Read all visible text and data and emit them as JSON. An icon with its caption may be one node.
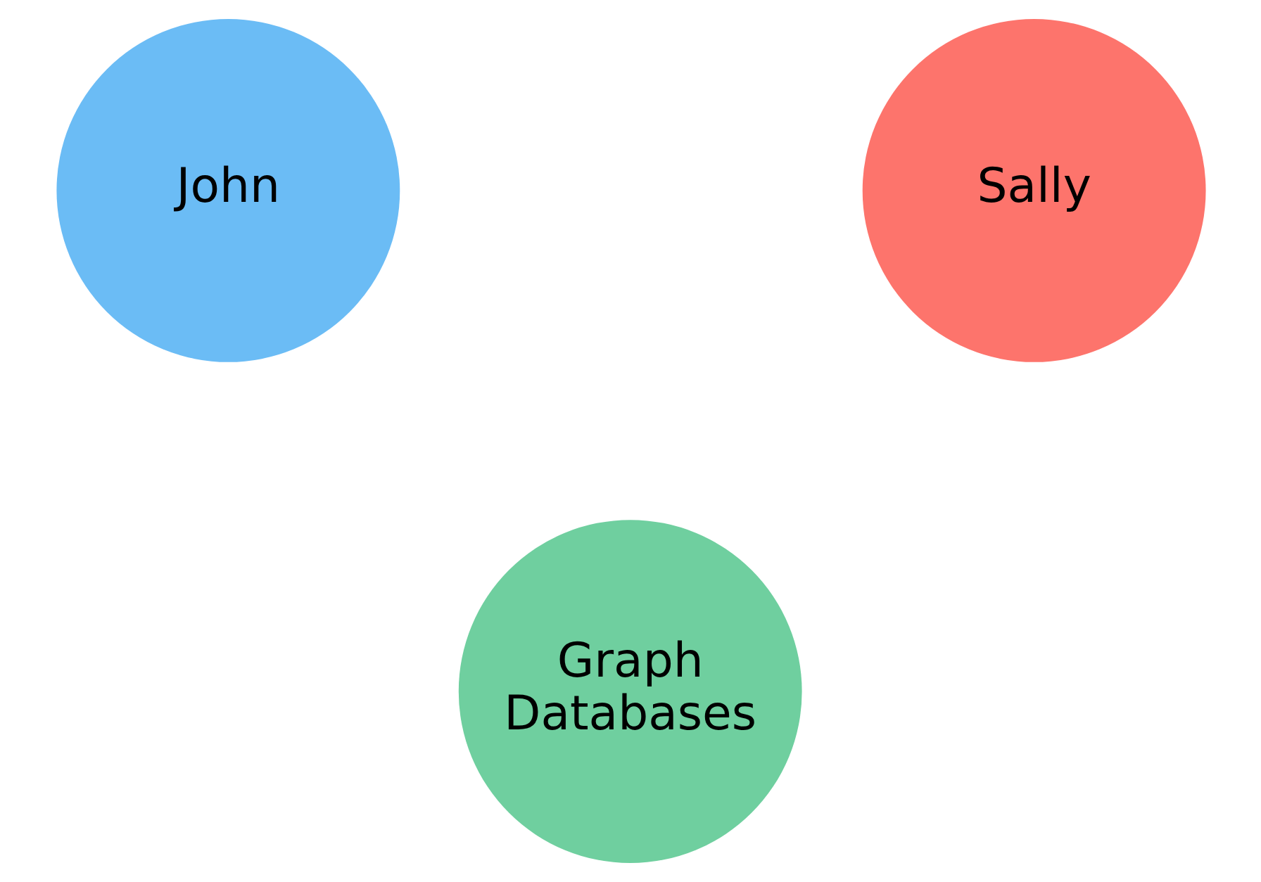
{
  "diagram": {
    "nodes": [
      {
        "text": [
          "John"
        ]
      },
      {
        "text": [
          "Sally"
        ]
      },
      {
        "text": [
          "Graph Databases"
        ]
      }
    ]
  }
}
